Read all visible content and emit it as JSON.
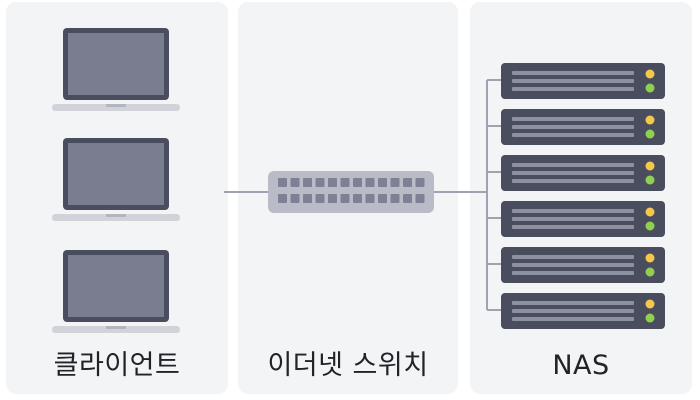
{
  "diagram": {
    "labels": {
      "clients": "클라이언트",
      "switch": "이더넷 스위치",
      "nas": "NAS"
    },
    "clients": {
      "count": 3
    },
    "switch": {
      "rows": 2,
      "ports_per_row": 12
    },
    "nas": {
      "units": 6
    },
    "colors": {
      "panel": "#f3f4f6",
      "device_dark": "#4a4d5e",
      "screen": "#7a7d90",
      "laptop_base": "#d2d3d9",
      "switch_body": "#b9bcc7",
      "switch_port": "#7e8194",
      "connector_line": "#9fa2b0",
      "server_slot": "#8e91a3",
      "led_yellow": "#f5c84c",
      "led_green": "#8fd14f",
      "text": "#222228"
    }
  }
}
